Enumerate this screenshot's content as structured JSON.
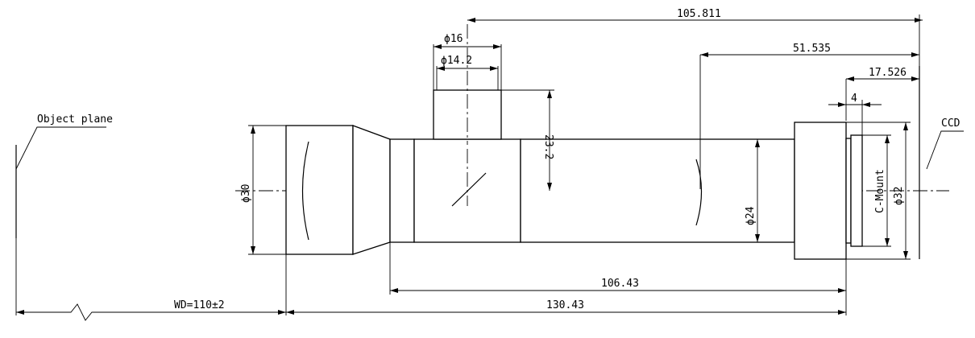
{
  "labels": {
    "object_plane": "Object plane",
    "ccd": "CCD",
    "c_mount": "C-Mount"
  },
  "dimensions": {
    "total_to_ccd": "105.811",
    "lens_mid_to_ccd": "51.535",
    "flange_to_ccd": "17.526",
    "flange_thickness": "4",
    "side_port_outer_dia": "ϕ16",
    "side_port_inner_dia": "ϕ14.2",
    "side_port_height": "23.2",
    "front_dia": "ϕ30",
    "barrel_dia": "ϕ24",
    "rear_dia": "ϕ32",
    "barrel_length": "106.43",
    "overall_length": "130.43",
    "working_distance": "WD=110±2"
  }
}
